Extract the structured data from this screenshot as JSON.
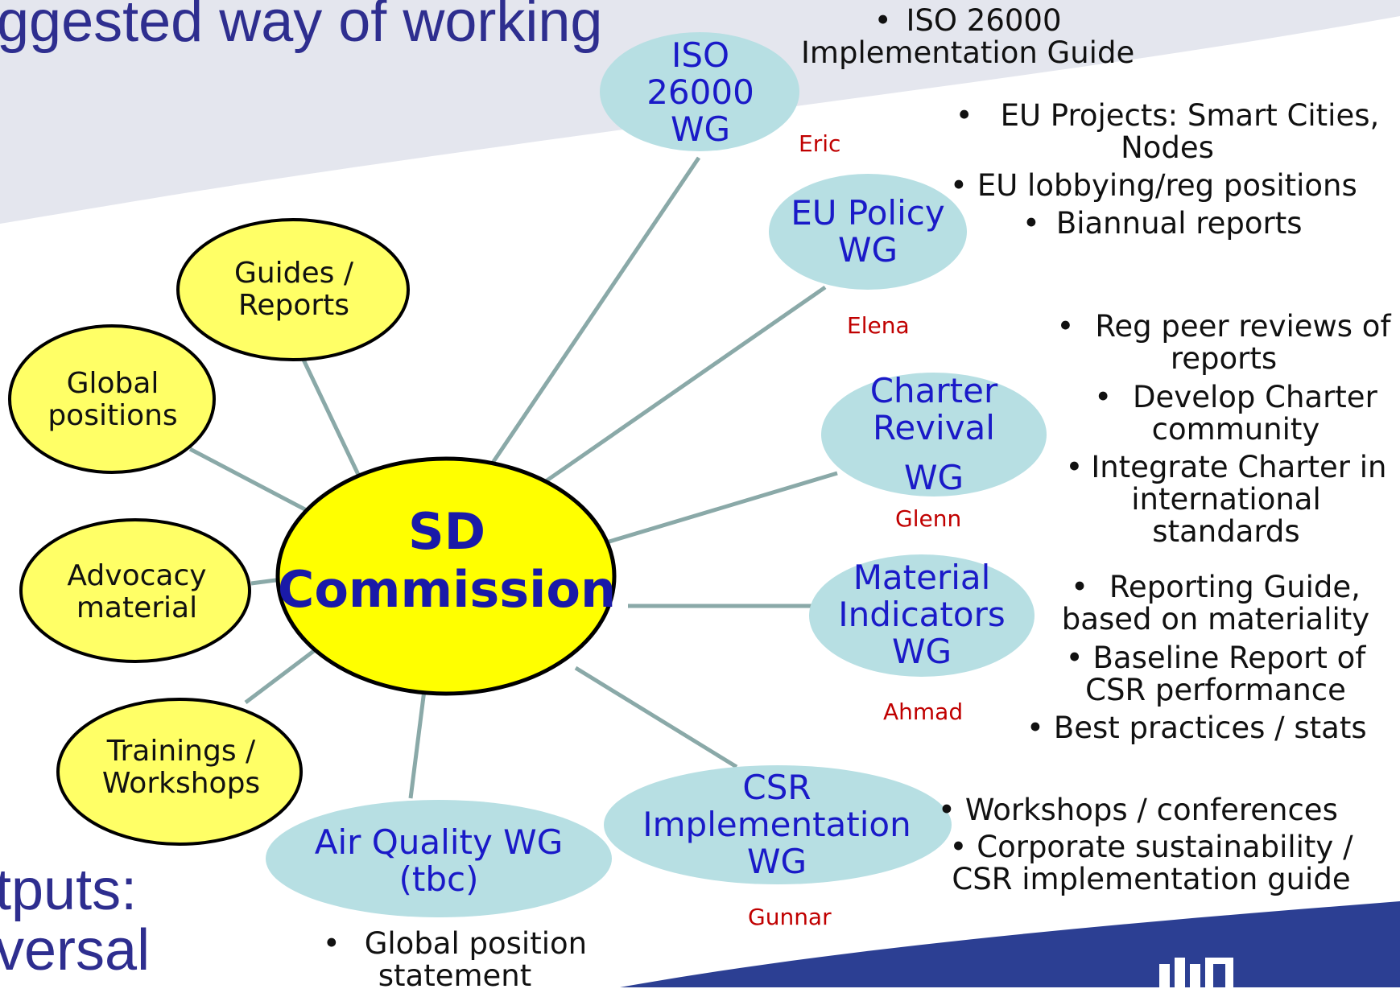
{
  "title": {
    "line1": "ggested way of working",
    "outputs": "tputs:",
    "universal": "versal"
  },
  "center": {
    "line1": "SD",
    "line2": "Commission"
  },
  "working_groups": [
    {
      "lines": [
        "ISO",
        "26000",
        "WG"
      ],
      "lead": "Eric"
    },
    {
      "lines": [
        "EU Policy",
        "WG"
      ],
      "lead": "Elena"
    },
    {
      "lines": [
        "Charter",
        "Revival",
        "WG"
      ],
      "lead": "Glenn"
    },
    {
      "lines": [
        "Material",
        "Indicators",
        "WG"
      ],
      "lead": "Ahmad"
    },
    {
      "lines": [
        "CSR",
        "Implementation",
        "WG"
      ],
      "lead": "Gunnar"
    },
    {
      "lines": [
        "Air Quality WG",
        "(tbc)"
      ],
      "lead": ""
    }
  ],
  "outputs": [
    {
      "lines": [
        "Guides /",
        "Reports"
      ]
    },
    {
      "lines": [
        "Global",
        "positions"
      ]
    },
    {
      "lines": [
        "Advocacy",
        "material"
      ]
    },
    {
      "lines": [
        "Trainings /",
        "Workshops"
      ]
    }
  ],
  "bullets": {
    "iso": [
      "ISO 26000",
      "Implementation Guide"
    ],
    "eu_projects": [
      "EU Projects: Smart Cities,",
      "Nodes"
    ],
    "eu_lobbying": "EU lobbying/reg positions",
    "biannual": "Biannual reports",
    "peer_reviews": [
      "Reg peer reviews of",
      "reports"
    ],
    "develop_charter": [
      "Develop Charter",
      "community"
    ],
    "integrate_charter": [
      "Integrate Charter in",
      "international",
      "standards"
    ],
    "reporting_guide": [
      "Reporting Guide,",
      "based on materiality"
    ],
    "baseline": [
      "Baseline Report of",
      "CSR performance"
    ],
    "best_practices": "Best practices / stats",
    "workshops": "Workshops / conferences",
    "corporate": [
      "Corporate sustainability /",
      "CSR implementation guide"
    ],
    "global_position": [
      "Global position",
      "statement"
    ]
  },
  "colors": {
    "wg_fill": "#b7dfe3",
    "output_fill": "#ffff66",
    "center_fill": "#ffff00",
    "connector": "#8aa9a8",
    "lead_text": "#c00000",
    "wg_text": "#1a1ac8",
    "title_text": "#2e2e8f"
  }
}
